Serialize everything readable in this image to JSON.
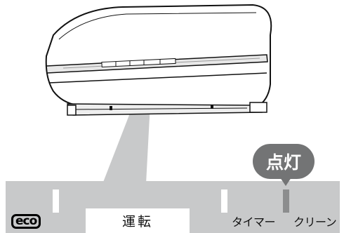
{
  "badge": {
    "text": "点灯"
  },
  "panel": {
    "eco_label": "eco",
    "run_label": "運転",
    "timer_label": "タイマー",
    "clean_label": "クリーン"
  },
  "colors": {
    "panel": "#c8c9ca",
    "badge": "#737475",
    "lit_lamp": "#8c8d8e"
  }
}
